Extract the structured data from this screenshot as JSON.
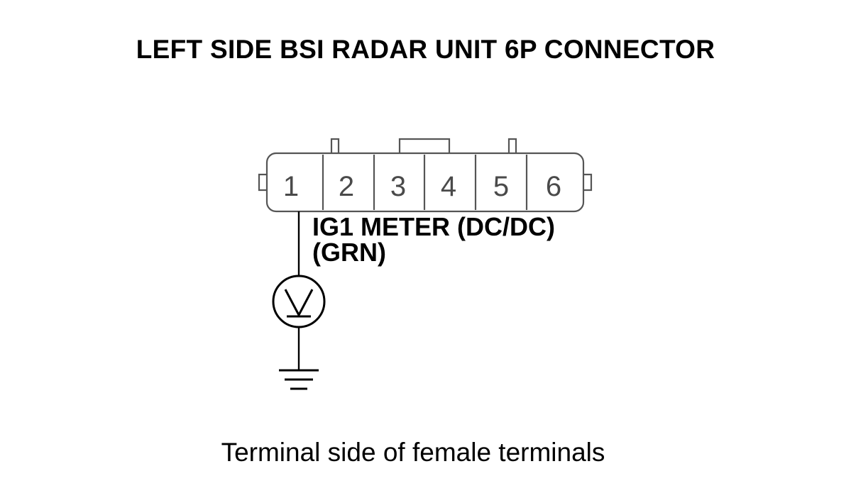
{
  "title": "LEFT SIDE BSI RADAR UNIT 6P CONNECTOR",
  "connector": {
    "pins": [
      "1",
      "2",
      "3",
      "4",
      "5",
      "6"
    ],
    "wire": {
      "pin": "1",
      "label_line1": "IG1 METER (DC/DC)",
      "label_line2": "(GRN)"
    }
  },
  "meter_symbol": "V",
  "ground_icon": "ground-symbol",
  "caption": "Terminal side of female terminals",
  "colors": {
    "line": "#000000",
    "connector_outline": "#555555",
    "pin_text": "#4a4a4a"
  }
}
